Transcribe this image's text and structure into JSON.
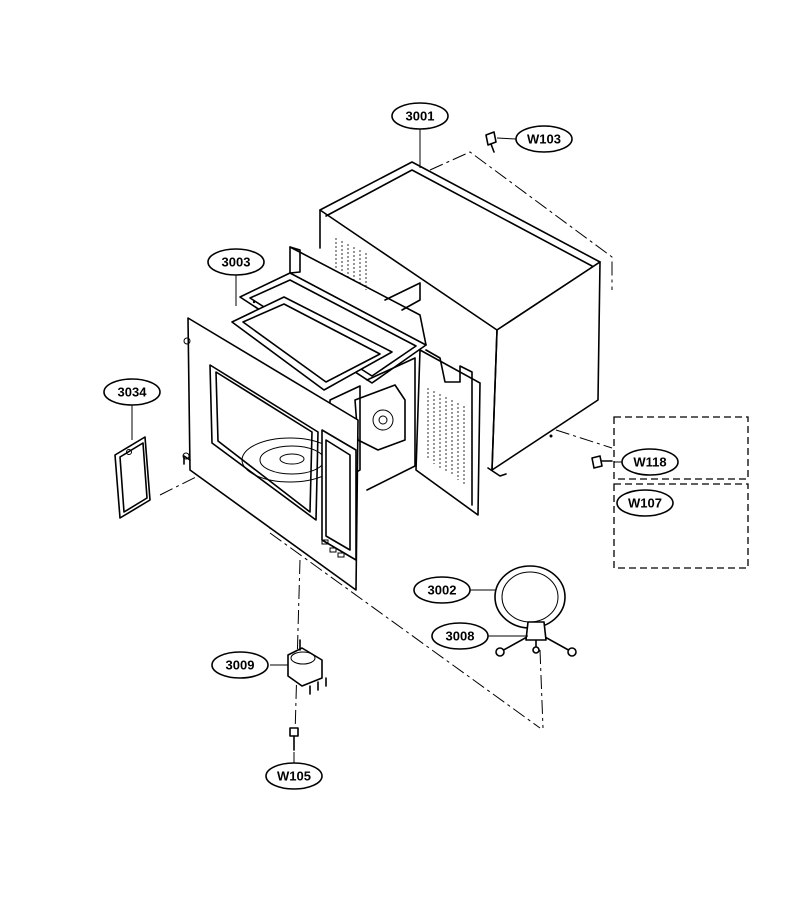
{
  "callouts": {
    "c3001": "3001",
    "w103": "W103",
    "c3003": "3003",
    "c3034": "3034",
    "w118": "W118",
    "w107": "W107",
    "c3002": "3002",
    "c3008": "3008",
    "c3009": "3009",
    "w105": "W105"
  },
  "colors": {
    "line": "#000000",
    "background": "#ffffff"
  }
}
